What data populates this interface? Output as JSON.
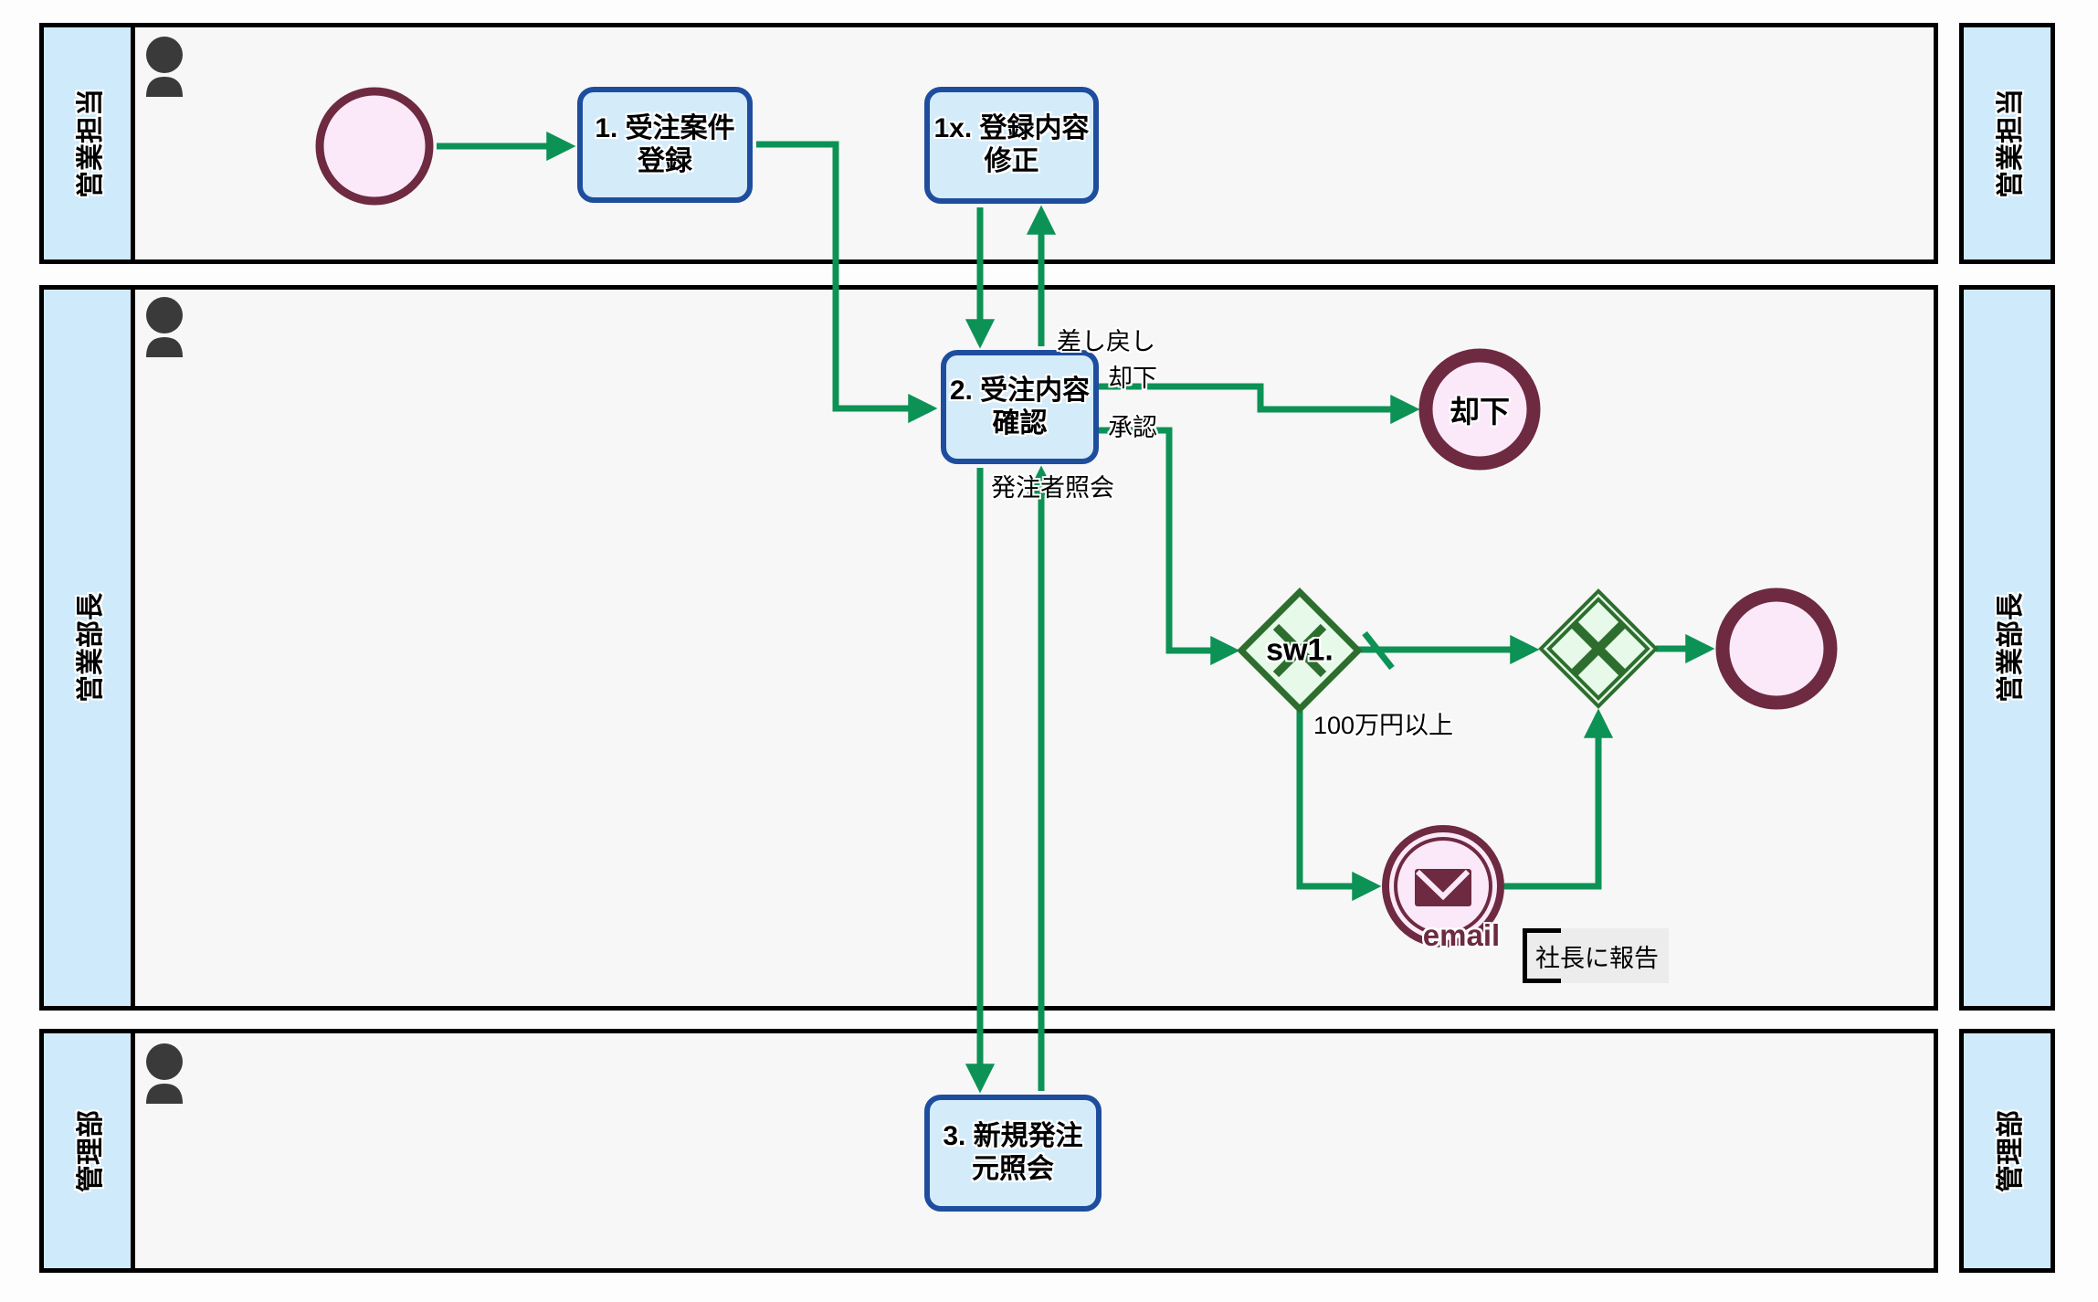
{
  "lanes": [
    {
      "label": "営業担当"
    },
    {
      "label": "営業部長"
    },
    {
      "label": "管理部"
    }
  ],
  "tasks": [
    {
      "id": "1",
      "line1": "1. 受注案件",
      "line2": "登録"
    },
    {
      "id": "1x",
      "line1": "1x. 登録内容",
      "line2": "修正"
    },
    {
      "id": "2",
      "line1": "2. 受注内容",
      "line2": "確認"
    },
    {
      "id": "3",
      "line1": "3. 新規発注",
      "line2": "元照会"
    }
  ],
  "events": {
    "start": {
      "label": ""
    },
    "reject_end": {
      "label": "却下"
    },
    "email": {
      "label": "email"
    },
    "final_end": {
      "label": ""
    }
  },
  "gateways": {
    "switch": {
      "label": "sw1."
    },
    "merge": {
      "label": ""
    }
  },
  "edge_labels": {
    "send_back": "差し戻し",
    "reject": "却下",
    "approve": "承認",
    "orderer_inquiry": "発注者照会",
    "over_one_million": "100万円以上"
  },
  "annotation": {
    "text": "社長に報告"
  },
  "colors": {
    "flow_green": "#0c9255",
    "gateway_border_green": "#2d6e2e",
    "gateway_fill_green": "#e7fae9",
    "task_border_blue": "#1f4d9e",
    "task_fill_blue": "#d4ecfa",
    "lane_header_blue": "#cfeafa",
    "lane_body_gray": "#f7f7f7",
    "event_ring_maroon": "#6d2a40",
    "event_fill_pink": "#fbe9f9",
    "annotation_bg": "#ececec"
  }
}
